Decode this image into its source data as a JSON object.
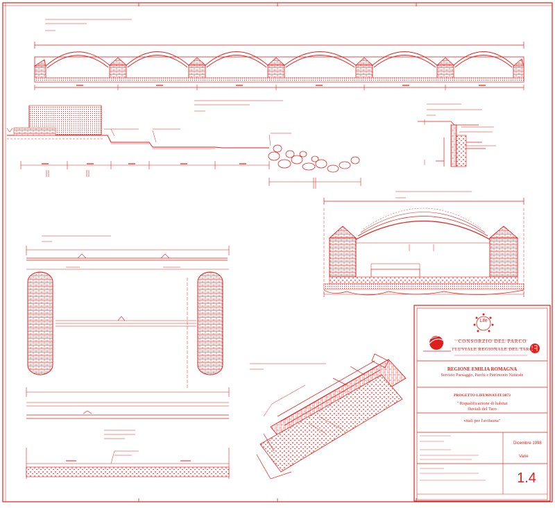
{
  "colors": {
    "ink": "#e0201c",
    "paper": "#ffffff",
    "fill": "#ffe3e3"
  },
  "title_block": {
    "life_label": "Life",
    "park_line1": "CONSORZIO DEL PARCO",
    "park_line2": "FLUVIALE REGIONALE DEL TARO",
    "region": "REGIONE EMILIA ROMAGNA",
    "service": "Servizio Paesaggio, Parchi e Patrimonio Naturale",
    "project_label": "PROGETTO LIFE96NAT/IT/3073",
    "project_title_1": "\" Riqualificazione di habitat",
    "project_title_2": "fluviali del Taro",
    "project_title_3": "vitali per l'avifauna\"",
    "date": "Dicembre 1998",
    "scale": "Varie",
    "sheet_number": "1.4"
  }
}
